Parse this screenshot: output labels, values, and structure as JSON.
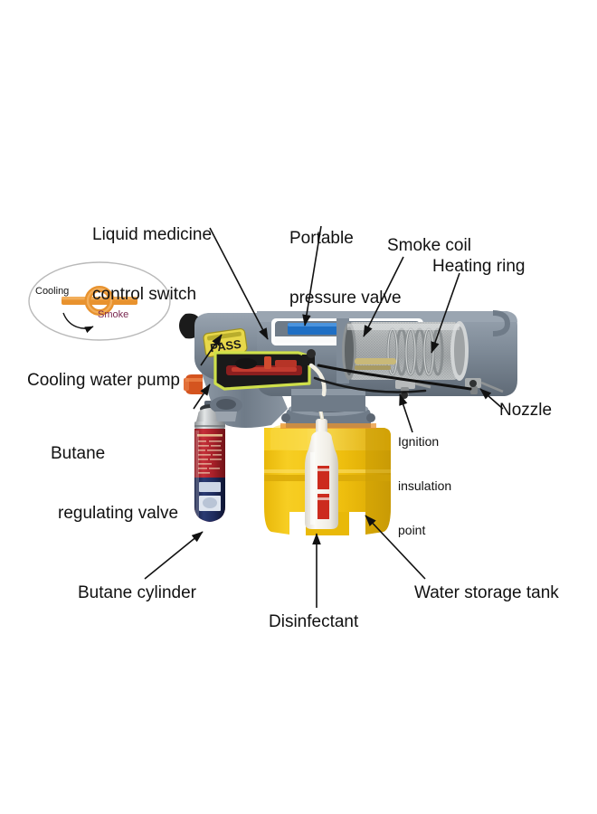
{
  "figure": {
    "title": "Portable thermal fogger machine labelled parts diagram",
    "background_color": "#ffffff"
  },
  "inset": {
    "name": "cooling-smoke-selector-inset",
    "cooling_label": "Cooling",
    "smoke_label": "Smoke",
    "knob_color": "#E8922E",
    "cooling_text_color": "#1a1a1a",
    "smoke_text_color": "#7a2850"
  },
  "labels": [
    {
      "id": "liquid-medicine-control-switch",
      "line1": "Liquid medicine",
      "line2": "control switch",
      "size": "big"
    },
    {
      "id": "portable-pressure-valve",
      "line1": "Portable",
      "line2": "pressure valve",
      "size": "big"
    },
    {
      "id": "smoke-coil",
      "line1": "Smoke coil",
      "line2": "",
      "size": "big"
    },
    {
      "id": "heating-ring",
      "line1": "Heating ring",
      "line2": "",
      "size": "big"
    },
    {
      "id": "cooling-water-pump",
      "line1": "Cooling water pump",
      "line2": "",
      "size": "big"
    },
    {
      "id": "butane-regulating-valve",
      "line1": "Butane",
      "line2": "regulating valve",
      "size": "big"
    },
    {
      "id": "ignition-insulation-point",
      "line1": "Ignition",
      "line2": "insulation",
      "line3": "point",
      "size": "small"
    },
    {
      "id": "nozzle",
      "line1": "Nozzle",
      "line2": "",
      "size": "big"
    },
    {
      "id": "butane-cylinder",
      "line1": "Butane cylinder",
      "line2": "",
      "size": "big"
    },
    {
      "id": "disinfectant",
      "line1": "Disinfectant",
      "line2": "",
      "size": "big"
    },
    {
      "id": "water-storage-tank",
      "line1": "Water storage tank",
      "line2": "",
      "size": "big"
    }
  ],
  "device": {
    "body_color": "#7f8b98",
    "body_shadow": "#5c6672",
    "pass_sticker_text": "PASS",
    "pass_sticker_color": "#E8D84A",
    "pressure_valve_strip_color": "#1f6fc4",
    "window_outline_color": "#cfe04a",
    "window_inner_color": "#7e1d1d",
    "barrel_color": "#b9bcbd",
    "handle_color": "#1b1b1b",
    "regulating_valve_color": "#d4541f"
  },
  "butane_cylinder": {
    "cap_color": "#b9bcbd",
    "upper_color": "#b5232b",
    "lower_color": "#1d2a5c",
    "label_panel_color": "#cdd6e6"
  },
  "tank": {
    "color": "#F2C311",
    "shade_color": "#D9A908",
    "highlight_color": "#FBE06A",
    "tube_color": "#e6e0c8"
  },
  "disinfectant_bottle": {
    "bottle_color": "#f6f4ef",
    "label_color": "#cc2b1e"
  }
}
